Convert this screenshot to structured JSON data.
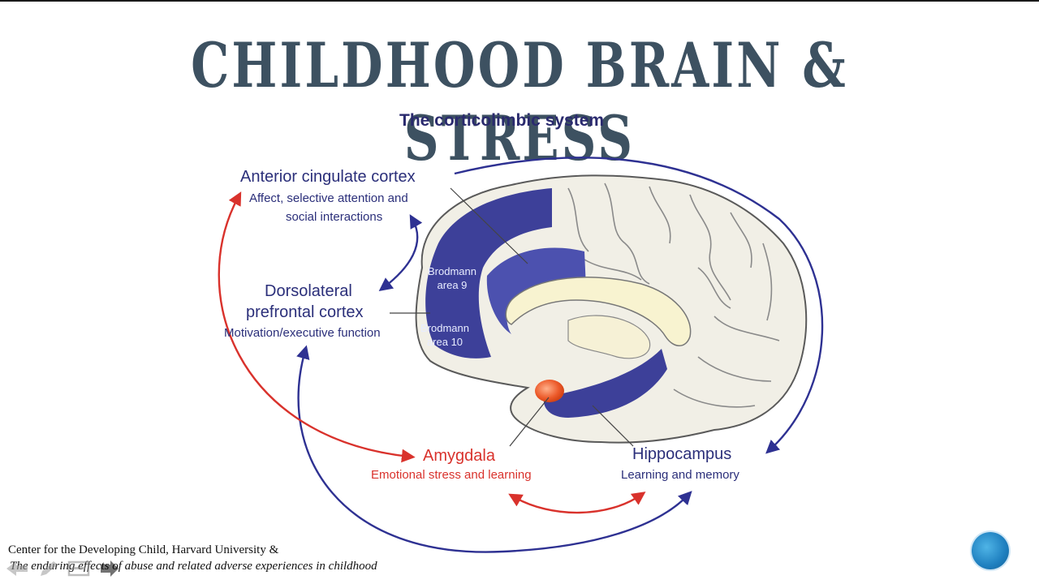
{
  "slide": {
    "title": "CHILDHOOD BRAIN & STRESS"
  },
  "diagram": {
    "subtitle": "The corticolimbic system",
    "acc": {
      "name": "Anterior cingulate cortex",
      "desc_line1": "Affect, selective attention and",
      "desc_line2": "social interactions"
    },
    "dlpfc": {
      "name_line1": "Dorsolateral",
      "name_line2": "prefrontal cortex",
      "desc": "Motivation/executive function"
    },
    "brodmann9": {
      "line1": "Brodmann",
      "line2": "area 9"
    },
    "brodmann10": {
      "line1": "Brodmann",
      "line2": "area 10"
    },
    "amygdala": {
      "name": "Amygdala",
      "desc": "Emotional stress and learning"
    },
    "hippocampus": {
      "name": "Hippocampus",
      "desc": "Learning and memory"
    }
  },
  "credit": {
    "line1": "Center for the Developing Child, Harvard University &",
    "line2": "The enduring effects of abuse and related adverse experiences in childhood"
  },
  "nav_icons": [
    "back-arrow-icon",
    "pen-icon",
    "slide-menu-icon",
    "pointer-cursor-icon"
  ],
  "colors": {
    "title": "#3d5161",
    "blue_text": "#2b2f7a",
    "red": "#d9322c",
    "brain_blue": "#2e3192"
  }
}
